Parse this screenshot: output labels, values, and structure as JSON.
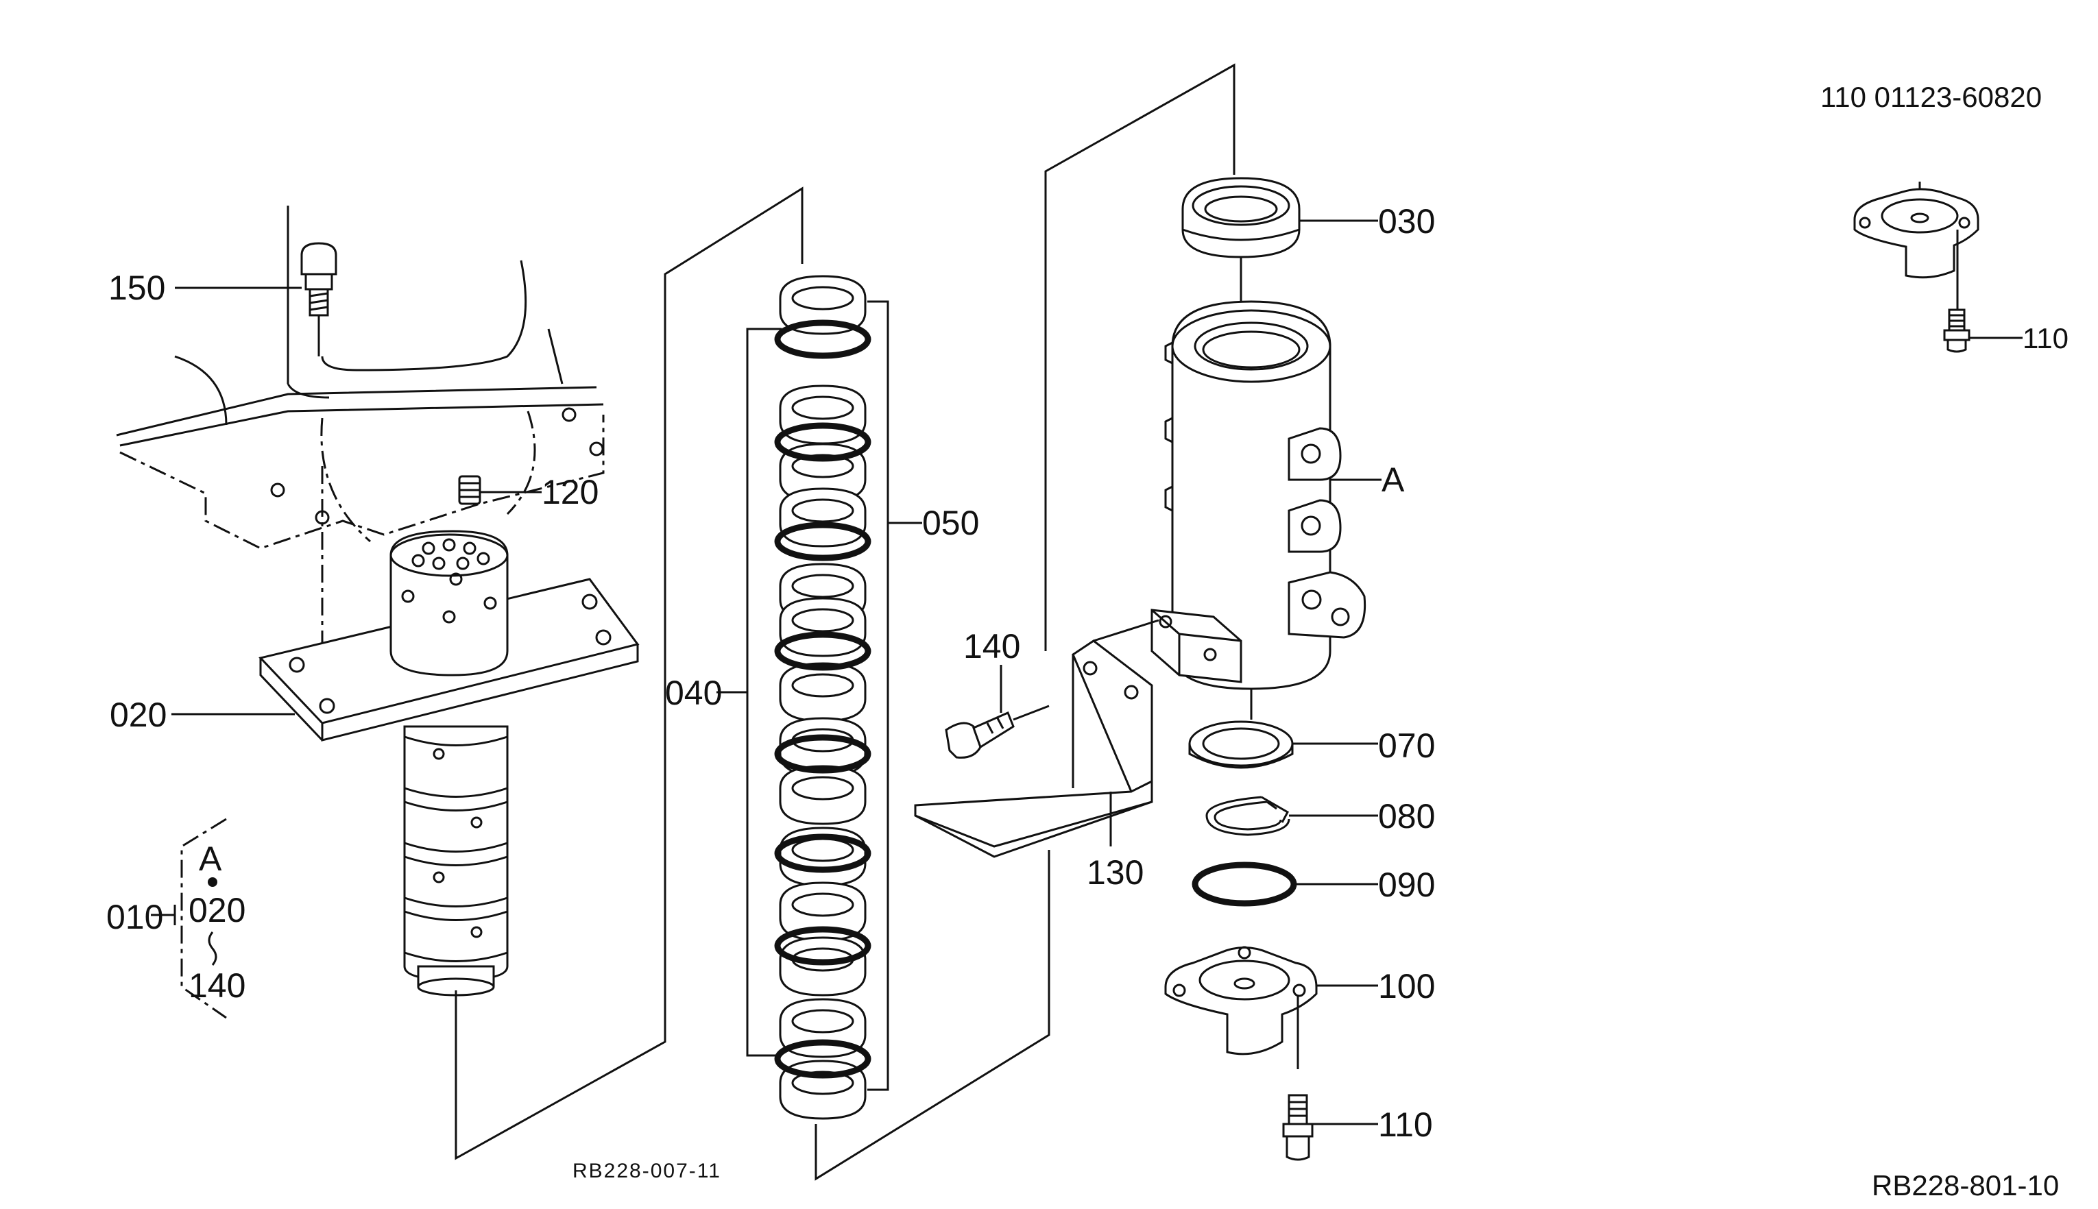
{
  "header": {
    "part_ref": "110 01123-60820"
  },
  "footer": {
    "drawing_ref_left": "RB228-007-11",
    "drawing_ref_right": "RB228-801-10"
  },
  "callouts": {
    "c150": "150",
    "c120": "120",
    "c020": "020",
    "c050": "050",
    "c040": "040",
    "c030": "030",
    "cA": "A",
    "c140": "140",
    "c130": "130",
    "c070": "070",
    "c080": "080",
    "c090": "090",
    "c100": "100",
    "c110": "110",
    "c110_inset": "110"
  },
  "assembly_key": {
    "group": "010",
    "top": "A",
    "mid": "020",
    "bottom": "140"
  }
}
